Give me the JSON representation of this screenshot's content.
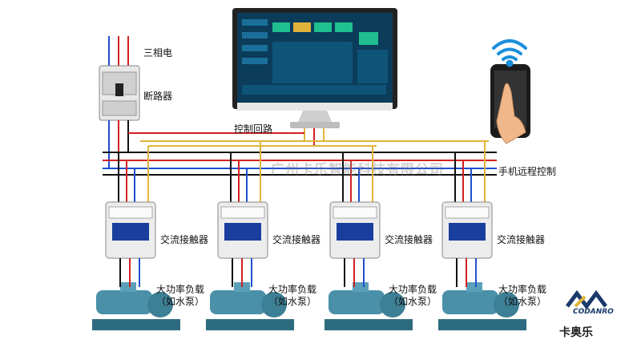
{
  "labels": {
    "three_phase": "三相电",
    "breaker": "断路器",
    "control_loop": "控制回路",
    "remote_control": "手机远程控制",
    "contactor": "交流接触器",
    "load_line1": "大功率负载",
    "load_line2": "（如水泵）"
  },
  "watermark": "广州卡乐智能科技有限公司",
  "brand": {
    "cn": "卡奥乐",
    "en": "CODANRO"
  },
  "colors": {
    "red": "#d42020",
    "blue": "#1f4fd0",
    "black": "#111111",
    "yellow": "#e0b43a",
    "screen": "#0b3c5a"
  }
}
